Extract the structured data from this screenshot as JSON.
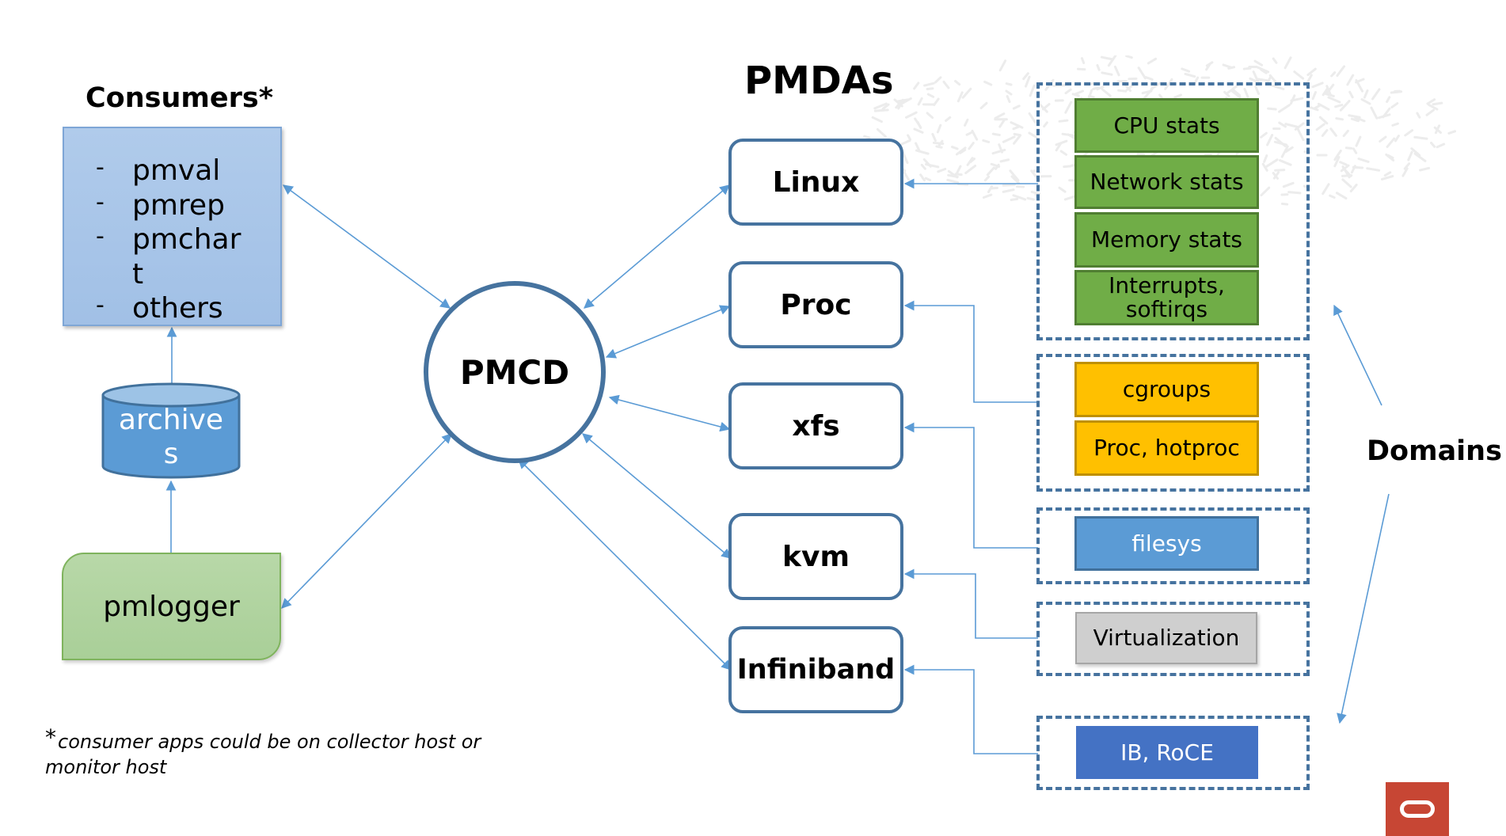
{
  "titles": {
    "consumers": "Consumers*",
    "pmdas": "PMDAs",
    "domains": "Domains"
  },
  "consumers": {
    "bullet": "-",
    "items": [
      "pmval",
      "pmrep",
      "pmchart",
      "others"
    ]
  },
  "archives": {
    "label": "archives"
  },
  "pmlogger": {
    "label": "pmlogger"
  },
  "pmcd": {
    "label": "PMCD"
  },
  "pmdas": [
    {
      "label": "Linux"
    },
    {
      "label": "Proc"
    },
    {
      "label": "xfs"
    },
    {
      "label": "kvm"
    },
    {
      "label": "Infiniband"
    }
  ],
  "domain_groups": [
    {
      "maps_to": "Linux",
      "metrics": [
        "CPU stats",
        "Network stats",
        "Memory stats",
        "Interrupts, softirqs"
      ],
      "color": "#70ad47"
    },
    {
      "maps_to": "Proc",
      "metrics": [
        "cgroups",
        "Proc, hotproc"
      ],
      "color": "#ffc000"
    },
    {
      "maps_to": "xfs",
      "metrics": [
        "filesys"
      ],
      "color": "#5b9bd5"
    },
    {
      "maps_to": "kvm",
      "metrics": [
        "Virtualization"
      ],
      "color": "#cfcfcf"
    },
    {
      "maps_to": "Infiniband",
      "metrics": [
        "IB, RoCE"
      ],
      "color": "#4472c4"
    }
  ],
  "footnote": {
    "star": "*",
    "text": "consumer apps could be on collector host or monitor host"
  },
  "colors": {
    "connector": "#5b9bd5",
    "outline": "#46739f",
    "brand": "#c74634"
  },
  "logo": {
    "name": "oracle-logo"
  }
}
